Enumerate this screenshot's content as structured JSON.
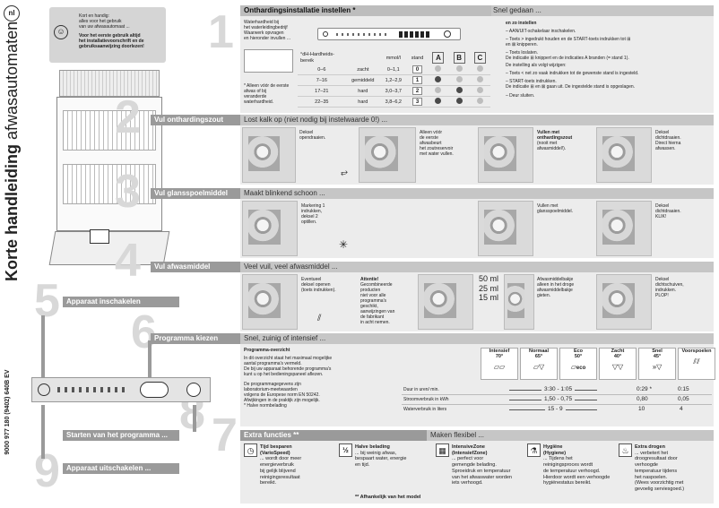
{
  "lang": "nl",
  "side_title_bold": "Korte handleiding",
  "side_title": "afwasautomaten",
  "side_code": "9000 977 180 (9402) 640B EV",
  "intro": {
    "line1": "Kort en handig:",
    "line2": "alles voor het gebruik",
    "line3": "van uw afwasautomaat ...",
    "bold1": "Voor het eerste gebruik altijd",
    "bold2": "het installatievoorschrift en de",
    "bold3": "gebruiksaanwijzing doorlezen!"
  },
  "steps": {
    "n1": "1",
    "n2": "2",
    "n3": "3",
    "n4": "4",
    "n5": "5",
    "n6": "6",
    "n7": "7",
    "n8": "8",
    "n9": "9"
  },
  "s1": {
    "title": "Onthardingsinstallatie instellen *",
    "right": "Snel gedaan ...",
    "water_text": [
      "Waterhardheid bij",
      "het waterleidingbedrijf",
      "Waarwerk opvragen",
      "en hieronder invullen ..."
    ],
    "note": [
      "* Alleen vóór de eerste",
      "afwas of bij",
      "veranderde",
      "waterhardheid."
    ],
    "table": {
      "h1": "°dH-Hardheids-",
      "h1b": "bereik",
      "h2": "mmol/l",
      "h3": "stand",
      "a": "A",
      "bb": "B",
      "c": "C",
      "rows": [
        {
          "dh": "0–6",
          "hard": "zacht",
          "mmol": "0–1,1",
          "stand": "0"
        },
        {
          "dh": "7–16",
          "hard": "gemiddeld",
          "mmol": "1,2–2,9",
          "stand": "1"
        },
        {
          "dh": "17–21",
          "hard": "hard",
          "mmol": "3,0–3,7",
          "stand": "2"
        },
        {
          "dh": "22–35",
          "hard": "hard",
          "mmol": "3,8–6,2",
          "stand": "3"
        }
      ]
    },
    "dot_color_on": "#4a4a4a",
    "dot_color_off": "#bdbdbd",
    "inst_title": "en zo instellen",
    "inst": [
      "– AAN/UIT-schakelaar inschakelen.",
      "– Toets > ingedrukt houden en de START-toets indrukken tot ⊞",
      "   en ⊠ knipperen.",
      "– Toets loslaten.",
      "   De indicatie ⊞ knippert en de indicaties A branden (= stand 1).",
      "De instelling als volgt wijzigen:",
      "– Toets < net zo vaak indrukken tot de gewenste stand is ingesteld.",
      "– START-toets indrukken.",
      "   De indicatie ⊞ en ⊠ gaan uit. De ingestelde stand is opgeslagen.",
      "– Deur sluiten."
    ]
  },
  "s2": {
    "title": "Vul onthardingszout",
    "sub": "Lost kalk op (niet nodig bij instelwaarde 0!) ...",
    "c1": [
      "Deksel",
      "opendraaien."
    ],
    "c2": [
      "Alleen vóór",
      "de eerste",
      "afwasbeurt",
      "het zoutreservoir",
      "met water vullen."
    ],
    "c3b": [
      "Vullen met",
      "onthardingszout"
    ],
    "c3": [
      "(nooit met",
      "afwasmiddel!)."
    ],
    "c4": [
      "Deksel",
      "dichtdraaien.",
      "Direct hierna",
      "afwassen."
    ]
  },
  "s3": {
    "title": "Vul glansspoelmiddel",
    "sub": "Maakt blinkend schoon ...",
    "c1": [
      "Markering 1",
      "indrukken,",
      "deksel 2",
      "optillen."
    ],
    "c2": [
      "Vullen met",
      "glansspoelmiddel."
    ],
    "c3": [
      "Deksel",
      "dichtdraaien.",
      "KLIK!"
    ]
  },
  "s4": {
    "title": "Vul afwasmiddel",
    "sub": "Veel vuil, veel afwasmiddel ...",
    "c1": [
      "Eventueel",
      "deksel openen",
      "(toets indrukken)."
    ],
    "c2b": "Attentie!",
    "c2": [
      "Gecombineerde",
      "producten",
      "niet voor alle",
      "programma's",
      "geschikt,",
      "aanwijzingen van",
      "de fabrikant",
      "in acht nemen."
    ],
    "ml1": "50 ml",
    "ml2": "25 ml",
    "ml3": "15 ml",
    "c3": [
      "Afwasmiddelbakje",
      "alleen in het droge",
      "afwasmiddelbakje",
      "gieten."
    ],
    "c4": [
      "Deksel",
      "dichtschuiven,",
      "indrukken.",
      "PLOP!"
    ]
  },
  "s5": {
    "title": "Apparaat inschakelen"
  },
  "s6": {
    "title": "Programma kiezen",
    "sub": "Snel, zuinig of intensief ...",
    "ov_title": "Programma-overzicht",
    "ov": [
      "In dit overzicht staat het maximaal mogelijke",
      "aantal programma's vermeld.",
      "De bij uw apparaat behorende programma's",
      "kunt u op het bedieningspaneel aflezen."
    ],
    "ov2": [
      "De programmagegevens zijn",
      "laboratorium-meetwaarden",
      "volgens de Europese norm EN 50242.",
      "Afwijkingen in de praktijk zijn mogelijk.",
      "* Halve normbelading"
    ],
    "programs": [
      {
        "name": "Intensief",
        "temp": "70°"
      },
      {
        "name": "Normaal",
        "temp": "65°"
      },
      {
        "name": "Eco",
        "temp": "50°"
      },
      {
        "name": "Zacht",
        "temp": "40°"
      },
      {
        "name": "Snel",
        "temp": "45°"
      },
      {
        "name": "Voorspoelen",
        "temp": ""
      }
    ],
    "eco_label": "eco",
    "rows": [
      {
        "label": "Duur in uren/ min.",
        "range": "3:30 - 1:05",
        "v1": "0:29 *",
        "v2": "0:15"
      },
      {
        "label": "Stroomverbruik in kWh",
        "range": "1,50 - 0,75",
        "v1": "0,80",
        "v2": "0,05"
      },
      {
        "label": "Waterverbruik in liters",
        "range": "15 - 9",
        "v1": "10",
        "v2": "4"
      }
    ]
  },
  "s7": {
    "title": "Extra functies **",
    "sub": "Maken flexibel ...",
    "f1t": [
      "Tijd besparen",
      "(VarioSpeed)"
    ],
    "f1": [
      "... wordt door meer",
      "energieverbruik",
      "bij gelijk blijvend",
      "reinigingsresultaat",
      "bereikt."
    ],
    "f2t": "Halve belading",
    "f2": [
      "... bij weinig afwas,",
      "bespaart water, energie",
      "en tijd."
    ],
    "f3t": [
      "IntensiveZone",
      "(IntensiefZone)"
    ],
    "f3": [
      "... perfect voor",
      "gemengde belading.",
      "Sproeidruk en temperatuur",
      "van het afwaswater worden",
      "iets verhoogd."
    ],
    "f4t": [
      "Hygiëne",
      "(Hygiene)"
    ],
    "f4": [
      "... Tijdens het",
      "reinigingsproces wordt",
      "de temperatuur verhoogd.",
      "Hierdoor wordt een verhoogde",
      "hygiënestatus bereikt."
    ],
    "f5t": "Extra drogen",
    "f5": [
      "... verbetert het",
      "droogresultaat door",
      "verhoogde",
      "temperatuur tijdens",
      "het naspoelen.",
      "(Wees voorzichtig met",
      "gevoelig serviesgoed.)"
    ],
    "foot": "** Afhankelijk van het model"
  },
  "s8": {
    "title": "Starten van het programma ..."
  },
  "s9": {
    "title": "Apparaat uitschakelen ..."
  }
}
